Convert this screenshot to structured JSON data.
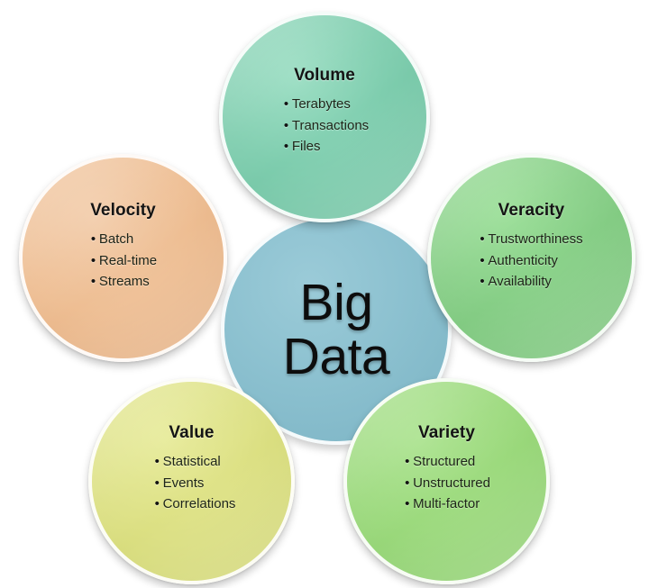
{
  "diagram": {
    "type": "petal-venn",
    "background_color": "#ffffff",
    "center": {
      "label_line1": "Big",
      "label_line2": "Data",
      "color": "#8BC0CF"
    },
    "petals": [
      {
        "id": "volume",
        "title": "Volume",
        "color": "#7ECDAE",
        "position": "top",
        "items": [
          "Terabytes",
          "Transactions",
          "Files"
        ]
      },
      {
        "id": "velocity",
        "title": "Velocity",
        "color": "#EEBE93",
        "position": "left",
        "items": [
          "Batch",
          "Real-time",
          "Streams"
        ]
      },
      {
        "id": "veracity",
        "title": "Veracity",
        "color": "#86CE86",
        "position": "right",
        "items": [
          "Trustworthiness",
          "Authenticity",
          "Availability"
        ]
      },
      {
        "id": "value",
        "title": "Value",
        "color": "#DCE083",
        "position": "bottom-left",
        "items": [
          "Statistical",
          "Events",
          "Correlations"
        ]
      },
      {
        "id": "variety",
        "title": "Variety",
        "color": "#9BD97C",
        "position": "bottom-right",
        "items": [
          "Structured",
          "Unstructured",
          "Multi-factor"
        ]
      }
    ]
  }
}
